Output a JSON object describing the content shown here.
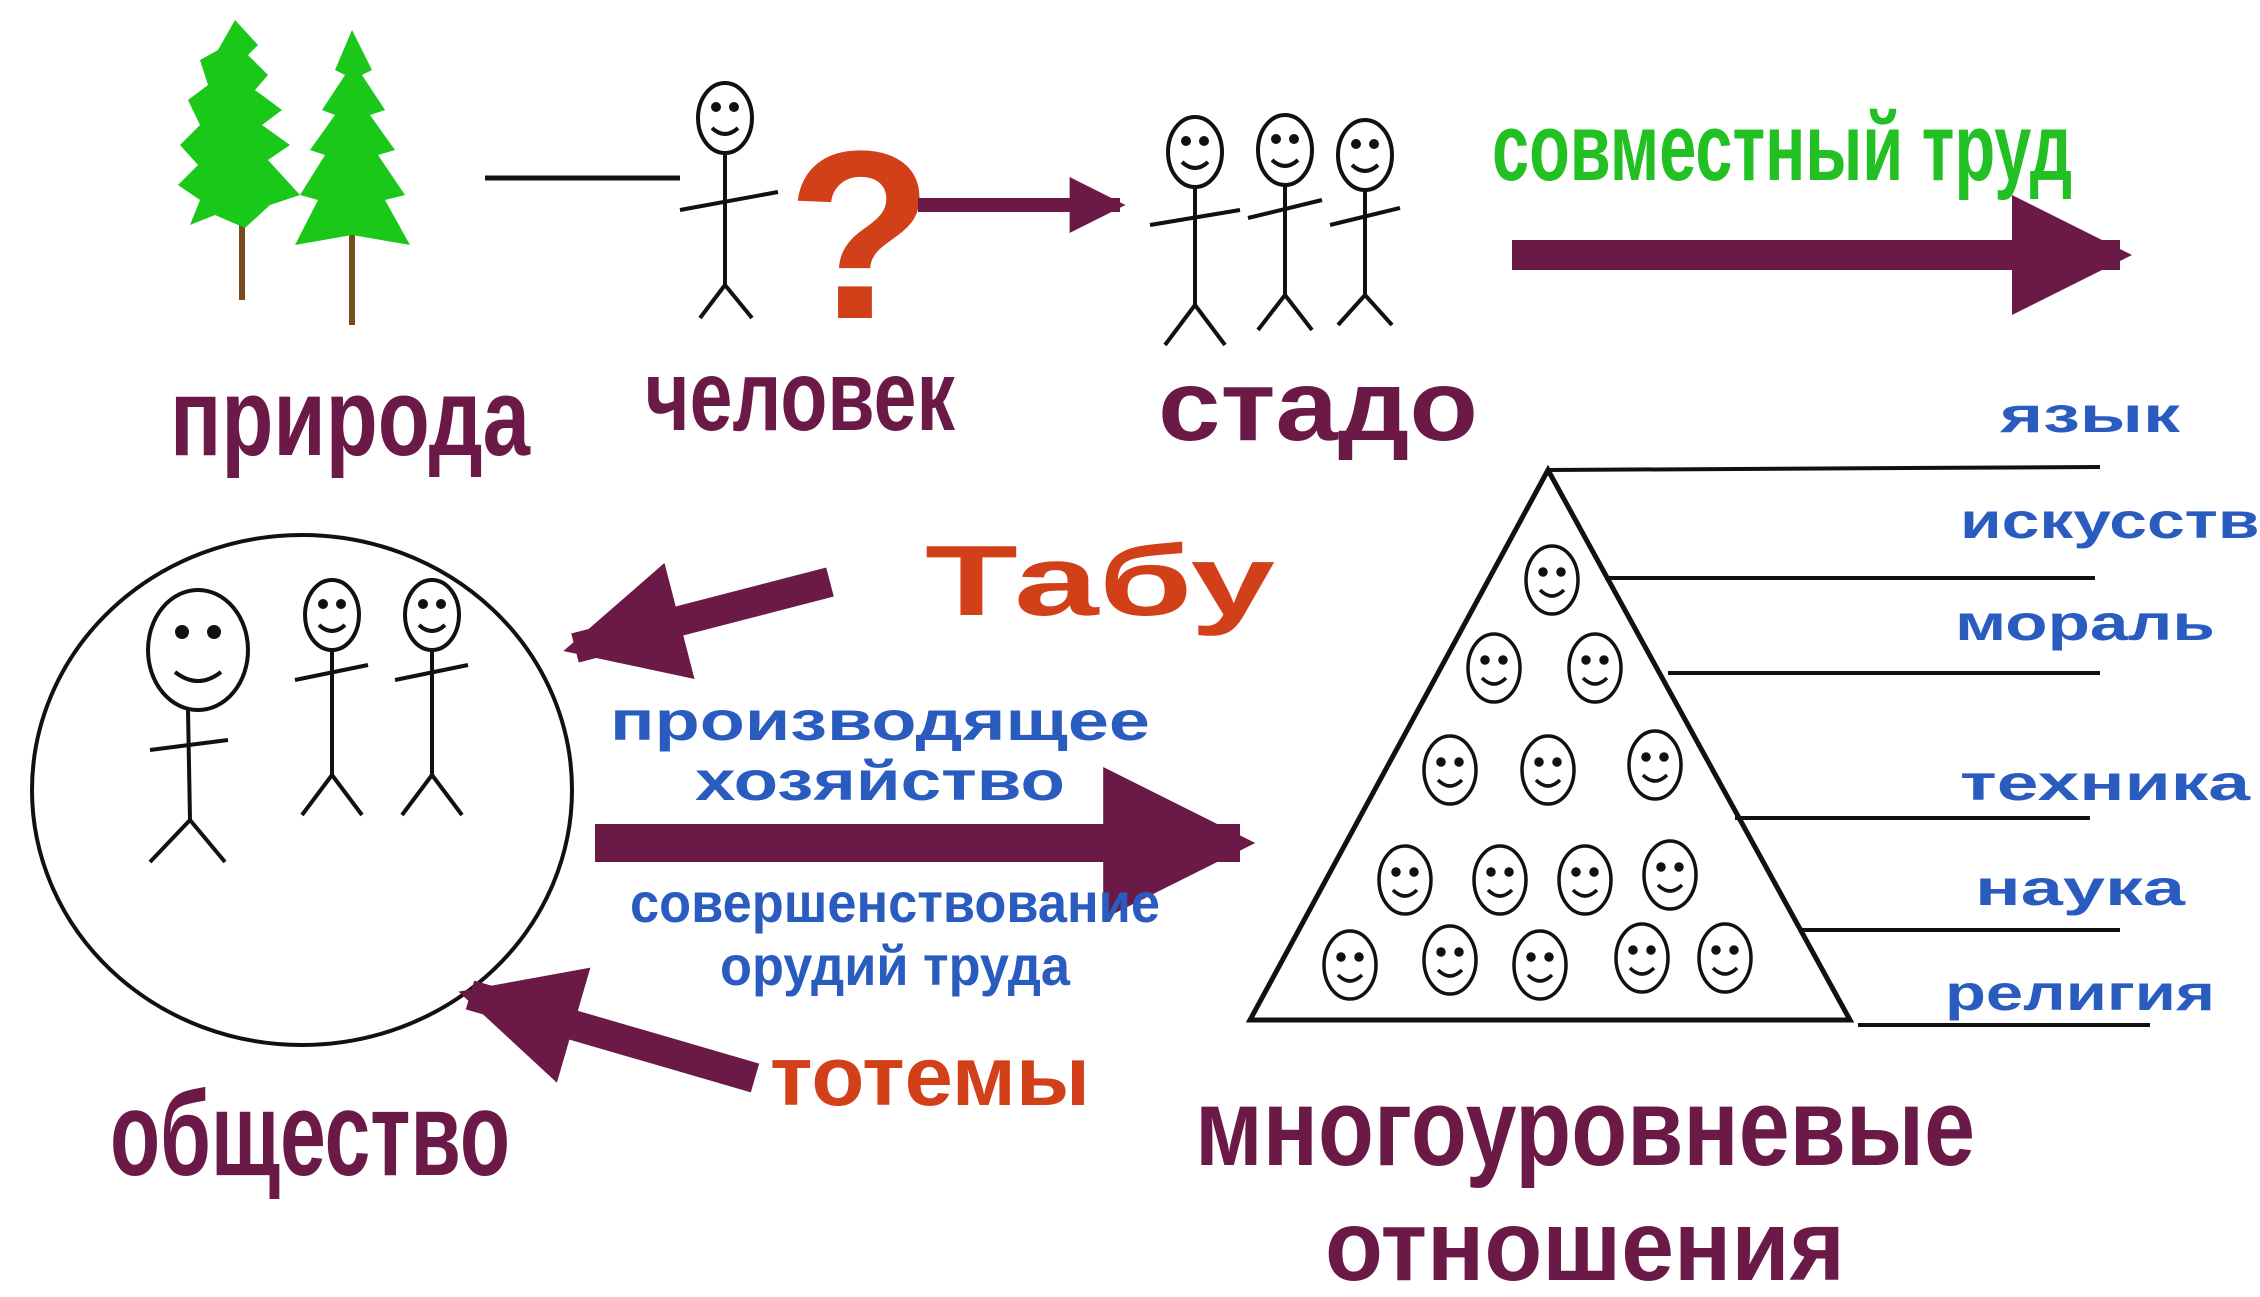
{
  "labels": {
    "nature": "природа",
    "human": "человек",
    "question": "?",
    "herd": "стадо",
    "joint_labor": "совместный труд",
    "taboo": "Табу",
    "producing_line1": "производящее",
    "producing_line2": "хозяйство",
    "tools_line1": "совершенствование",
    "tools_line2": "орудий труда",
    "totems": "тотемы",
    "society": "общество",
    "multilevel_line1": "многоуровневые",
    "multilevel_line2": "отношения"
  },
  "pyramid_levels": [
    "язык",
    "искусство",
    "мораль",
    "техника",
    "наука",
    "религия"
  ],
  "colors": {
    "maroon": "#6b1a48",
    "green": "#22c022",
    "tree_green": "#19c819",
    "blue": "#2a5cc0",
    "orange_red": "#d2401a",
    "black": "#111111"
  }
}
